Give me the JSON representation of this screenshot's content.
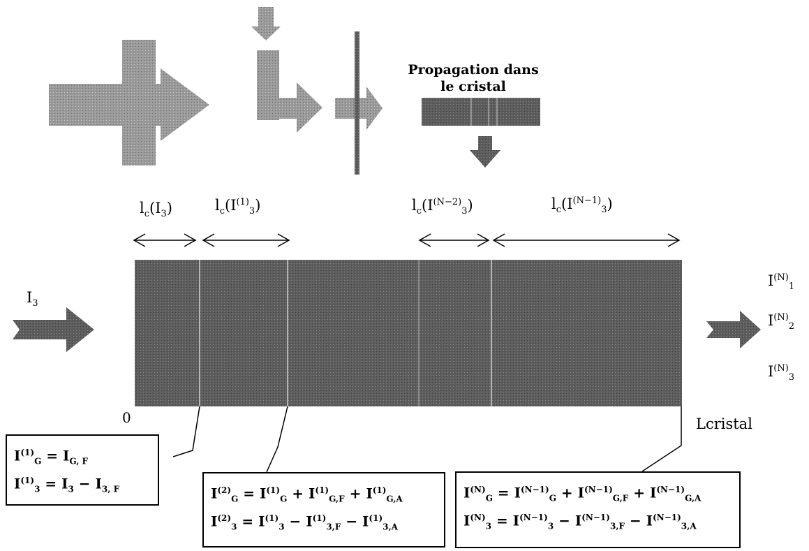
{
  "title_line1": "Propagation dans",
  "title_line2": "le cristal",
  "input_label": {
    "base": "I",
    "sub": "3"
  },
  "length_labels": [
    {
      "pre": "l",
      "csub": "c",
      "arg_base": "I",
      "arg_sub": "3",
      "arg_sup": ""
    },
    {
      "pre": "l",
      "csub": "c",
      "arg_base": "I",
      "arg_sub": "3",
      "arg_sup": "(1)"
    },
    {
      "pre": "l",
      "csub": "c",
      "arg_base": "I",
      "arg_sub": "3",
      "arg_sup": "(N−2)"
    },
    {
      "pre": "l",
      "csub": "c",
      "arg_base": "I",
      "arg_sub": "3",
      "arg_sup": "(N−1)"
    }
  ],
  "output_labels": [
    {
      "base": "I",
      "sub": "1",
      "sup": "(N)"
    },
    {
      "base": "I",
      "sub": "2",
      "sup": "(N)"
    },
    {
      "base": "I",
      "sub": "3",
      "sup": "(N)"
    }
  ],
  "axis_start": "0",
  "axis_end": "Lcristal",
  "box1": {
    "row1": {
      "lhs": "I",
      "lhs_sup": "(1)",
      "lhs_sub": "G",
      "rhs": "= I",
      "rhs_sub": "G, F"
    },
    "row2": {
      "lhs": "I",
      "lhs_sup": "(1)",
      "lhs_sub": "3",
      "rhs": "= I",
      "rhs_sub": "3",
      "tail": " − I",
      "tail_sub": "3, F"
    }
  },
  "box2": {
    "row1": "I(2)G = I(1)G + I(1)G,F + I(1)G,A",
    "row2": "I(2)3 = I(1)3 − I(1)3,F − I(1)3,A"
  },
  "box3": {
    "row1": "I(N)G = I(N−1)G + I(N−1)G,F + I(N−1)G,A",
    "row2": "I(N)3 = I(N−1)3 − I(N−1)3,F − I(N−1)3,A"
  }
}
